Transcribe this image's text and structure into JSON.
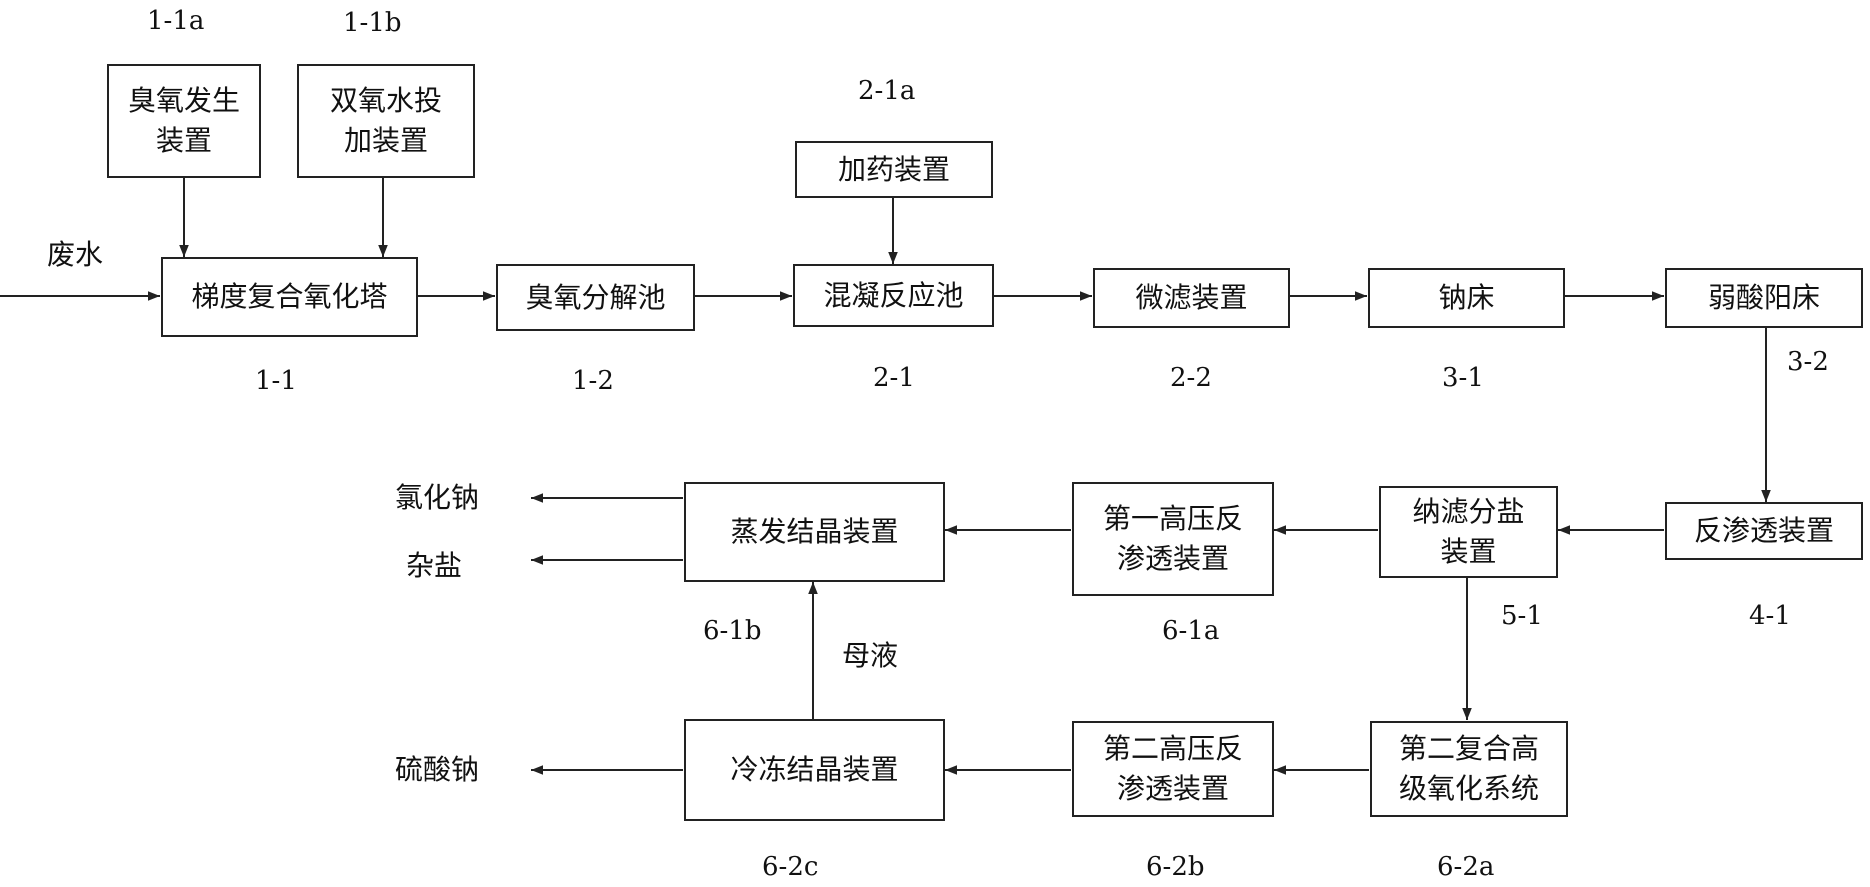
{
  "diagram": {
    "input_label": "废水",
    "boxes": {
      "ozone_gen": "臭氧发生\n装置",
      "h2o2_dosing": "双氧水投\n加装置",
      "gradient_tower": "梯度复合氧化塔",
      "ozone_decomp": "臭氧分解池",
      "dosing": "加药装置",
      "coagulation": "混凝反应池",
      "microfilter": "微滤装置",
      "sodium_bed": "钠床",
      "weak_acid_bed": "弱酸阳床",
      "reverse_osmosis": "反渗透装置",
      "nanofilter": "纳滤分盐\n装置",
      "hpro_1": "第一高压反\n渗透装置",
      "evaporation": "蒸发结晶装置",
      "second_aop": "第二复合高\n级氧化系统",
      "hpro_2": "第二高压反\n渗透装置",
      "freeze": "冷冻结晶装置"
    },
    "labels": {
      "ozone_gen": "1-1a",
      "h2o2_dosing": "1-1b",
      "gradient_tower": "1-1",
      "ozone_decomp": "1-2",
      "dosing": "2-1a",
      "coagulation": "2-1",
      "microfilter": "2-2",
      "sodium_bed": "3-1",
      "weak_acid_bed": "3-2",
      "reverse_osmosis": "4-1",
      "nanofilter": "5-1",
      "hpro_1": "6-1a",
      "evaporation": "6-1b",
      "second_aop": "6-2a",
      "hpro_2": "6-2b",
      "freeze": "6-2c"
    },
    "outputs": {
      "sodium_chloride": "氯化钠",
      "mixed_salt": "杂盐",
      "sodium_sulfate": "硫酸钠"
    },
    "mother_liquor": "母液",
    "colors": {
      "line": "#222222",
      "text": "#111111",
      "background": "#ffffff"
    }
  }
}
